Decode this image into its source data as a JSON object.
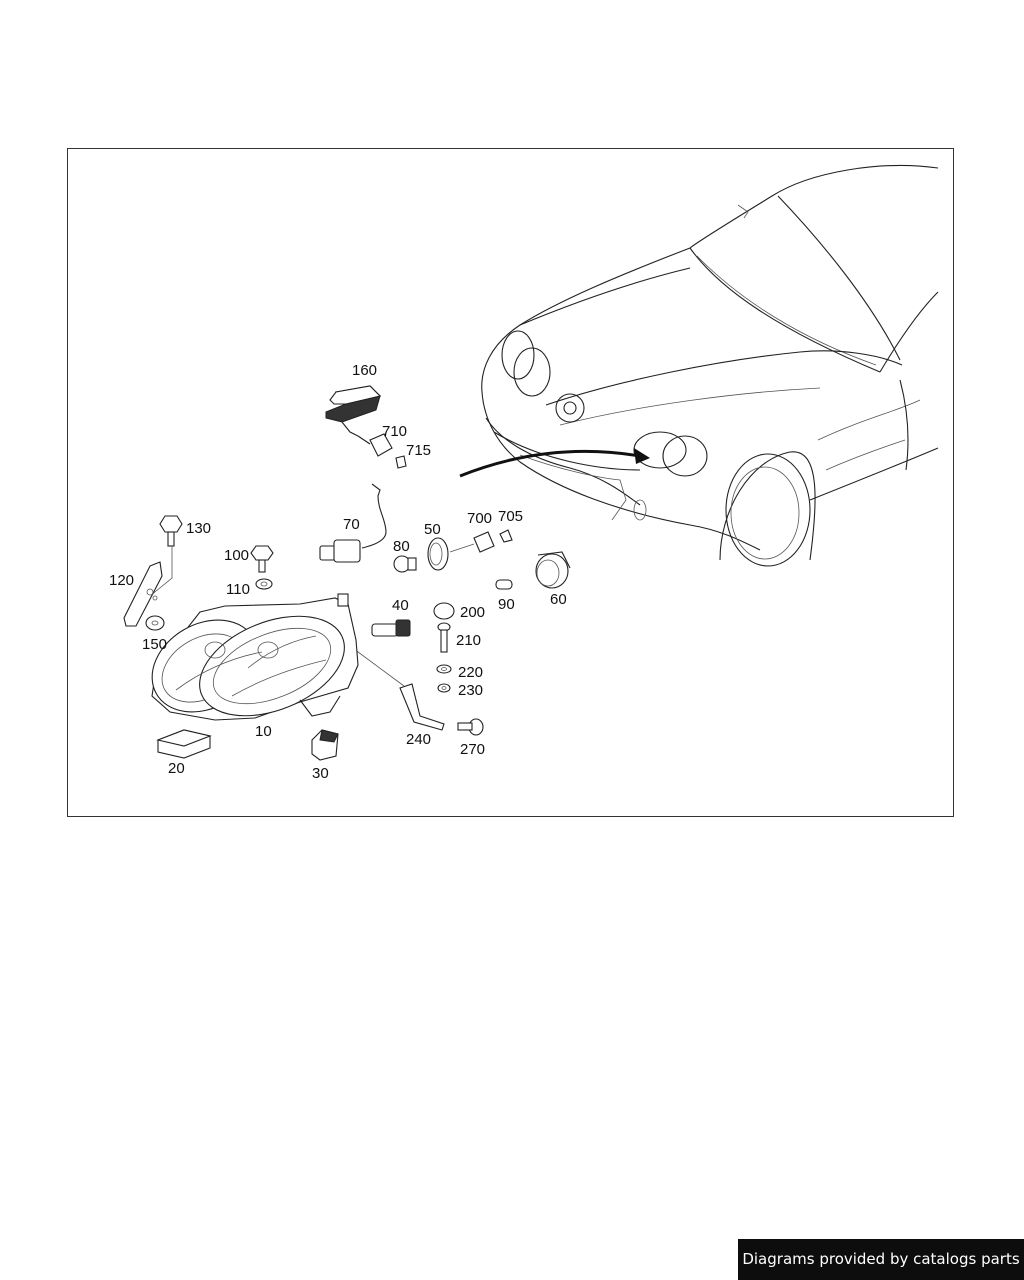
{
  "callouts": {
    "p10": "10",
    "p20": "20",
    "p30": "30",
    "p40": "40",
    "p50": "50",
    "p60": "60",
    "p70": "70",
    "p80": "80",
    "p90": "90",
    "p100": "100",
    "p110": "110",
    "p120": "120",
    "p130": "130",
    "p150": "150",
    "p160": "160",
    "p200": "200",
    "p210": "210",
    "p220": "220",
    "p230": "230",
    "p240": "240",
    "p270": "270",
    "p700": "700",
    "p705": "705",
    "p710": "710",
    "p715": "715"
  },
  "footer": {
    "watermark": "Diagrams provided by catalogs parts"
  }
}
